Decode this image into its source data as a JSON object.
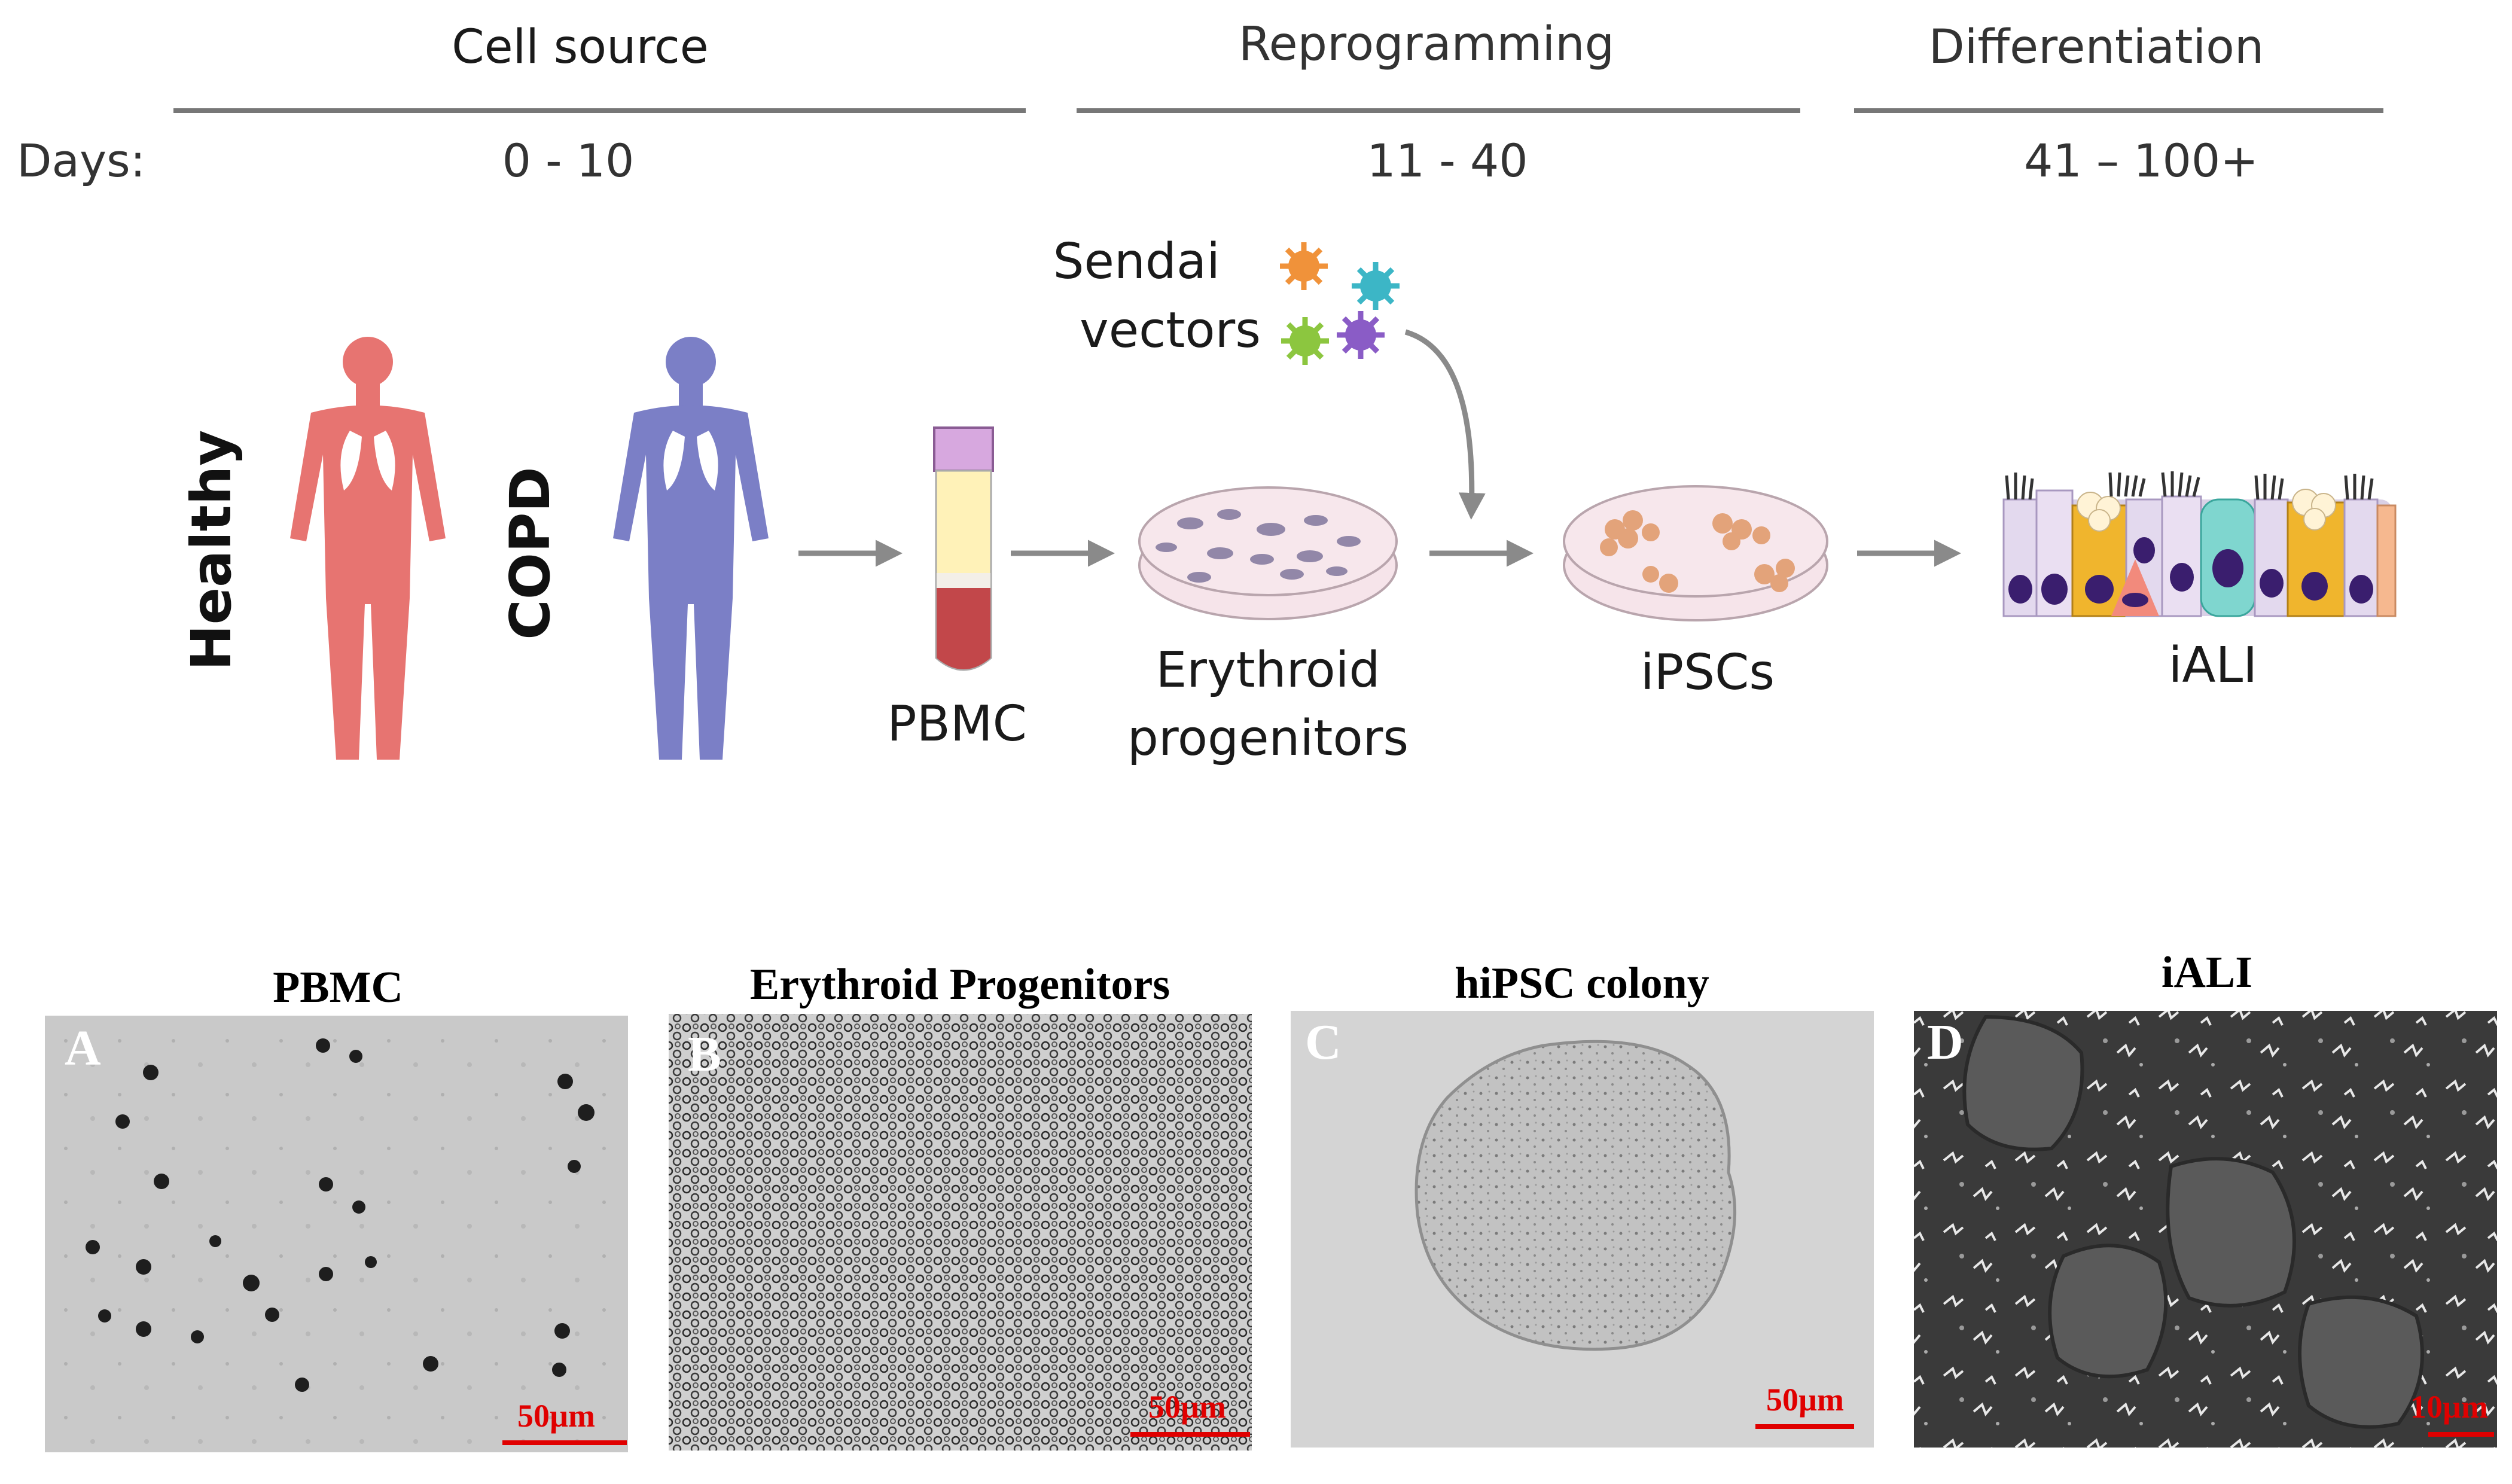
{
  "timeline": {
    "days_label": "Days:",
    "phases": [
      {
        "name": "Cell source",
        "days": "0 - 10"
      },
      {
        "name": "Reprogramming",
        "days": "11 - 40"
      },
      {
        "name": "Differentiation",
        "days": "41 – 100+"
      }
    ]
  },
  "workflow": {
    "donor_healthy": "Healthy",
    "donor_copd": "COPD",
    "sendai_line1": "Sendai",
    "sendai_line2": "vectors",
    "pbmc": "PBMC",
    "erythroid_line1": "Erythroid",
    "erythroid_line2": "progenitors",
    "ipscs": "iPSCs",
    "iali": "iALI"
  },
  "colors": {
    "healthy_figure": "#e77471",
    "copd_figure": "#7b7fc6",
    "arrow": "#8a8a8a",
    "scale_bar": "#e00000",
    "virus_orange": "#f0923a",
    "virus_teal": "#3cb6c6",
    "virus_green": "#8cc63f",
    "virus_purple": "#8a5cc6",
    "cell_nucleus": "#3a1e6e"
  },
  "micrographs": [
    {
      "letter": "A",
      "title": "PBMC",
      "scale": "50µm"
    },
    {
      "letter": "B",
      "title": "Erythroid Progenitors",
      "scale": "50µm"
    },
    {
      "letter": "C",
      "title": "hiPSC colony",
      "scale": "50µm"
    },
    {
      "letter": "D",
      "title": "iALI",
      "scale": "10µm"
    }
  ]
}
